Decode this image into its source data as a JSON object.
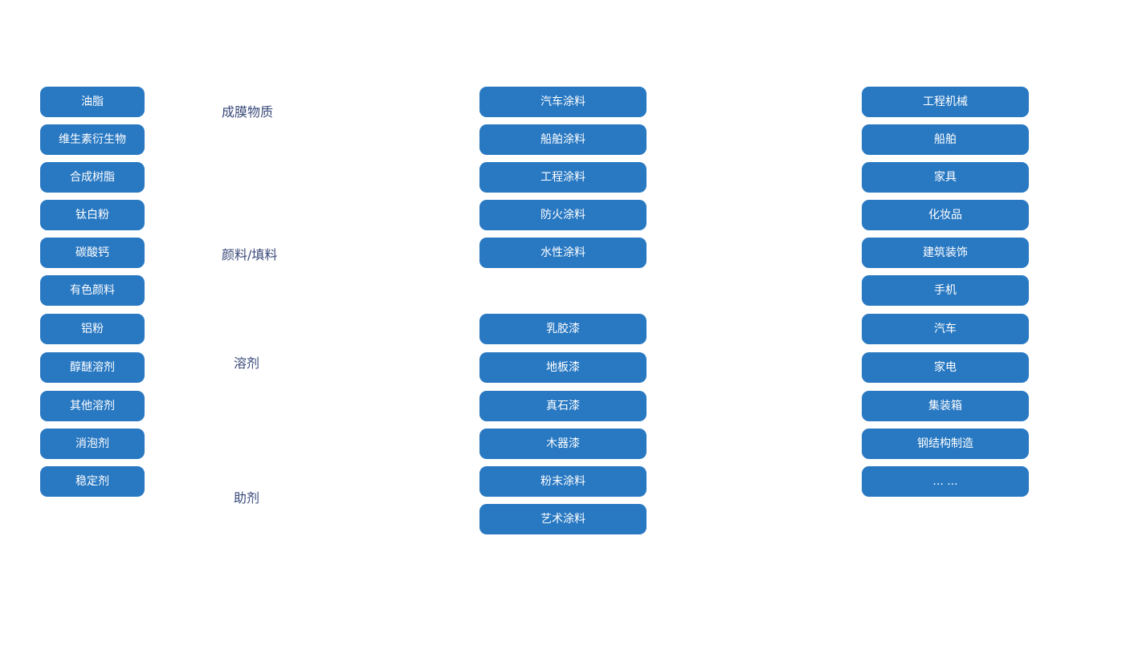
{
  "colors": {
    "pill_fill": "#2878c2",
    "pill_text": "#ffffff",
    "category_text": "#3a4a7a"
  },
  "raw_materials": [
    "油脂",
    "维生素衍生物",
    "合成树脂",
    "钛白粉",
    "碳酸钙",
    "有色颜料",
    "铝粉",
    "醇醚溶剂",
    "其他溶剂",
    "消泡剂",
    "稳定剂"
  ],
  "categories": [
    "成膜物质",
    "颜料/填料",
    "溶剂",
    "助剂"
  ],
  "coatings": [
    "汽车涂料",
    "船舶涂料",
    "工程涂料",
    "防火涂料",
    "水性涂料",
    "乳胶漆",
    "地板漆",
    "真石漆",
    "木器漆",
    "粉末涂料",
    "艺术涂料"
  ],
  "applications": [
    "工程机械",
    "船舶",
    "家具",
    "化妆品",
    "建筑装饰",
    "手机",
    "汽车",
    "家电",
    "集装箱",
    "钢结构制造",
    "... ..."
  ]
}
